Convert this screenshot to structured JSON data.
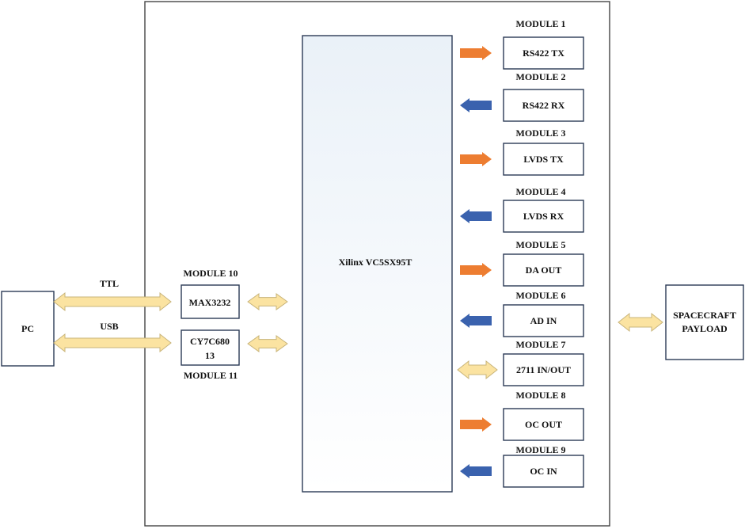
{
  "colors": {
    "out_arrow": "#ED7D31",
    "in_arrow": "#3A62AE",
    "bidir_fill": "#FBE3A1",
    "bidir_stroke": "#C8B47A",
    "box_stroke": "#2B3A55",
    "fpga_gradient_top": "#EAF1F8",
    "fpga_gradient_bottom": "#FFFFFF"
  },
  "pc": {
    "label": "PC"
  },
  "links": {
    "ttl": "TTL",
    "usb": "USB"
  },
  "fpga": {
    "label": "Xilinx VC5SX95T"
  },
  "left_modules": [
    {
      "module": "MODULE 10",
      "lines": [
        "MAX3232"
      ]
    },
    {
      "module": "MODULE 11",
      "lines": [
        "CY7C680",
        "13"
      ]
    }
  ],
  "right_modules": [
    {
      "module": "MODULE 1",
      "label": "RS422 TX",
      "direction": "out"
    },
    {
      "module": "MODULE 2",
      "label": "RS422 RX",
      "direction": "in"
    },
    {
      "module": "MODULE 3",
      "label": "LVDS TX",
      "direction": "out"
    },
    {
      "module": "MODULE 4",
      "label": "LVDS RX",
      "direction": "in"
    },
    {
      "module": "MODULE 5",
      "label": "DA OUT",
      "direction": "out"
    },
    {
      "module": "MODULE 6",
      "label": "AD IN",
      "direction": "in"
    },
    {
      "module": "MODULE 7",
      "label": "2711 IN/OUT",
      "direction": "bidirectional"
    },
    {
      "module": "MODULE 8",
      "label": "OC OUT",
      "direction": "out"
    },
    {
      "module": "MODULE 9",
      "label": "OC IN",
      "direction": "in"
    }
  ],
  "payload": {
    "lines": [
      "SPACECRAFT",
      "PAYLOAD"
    ]
  }
}
